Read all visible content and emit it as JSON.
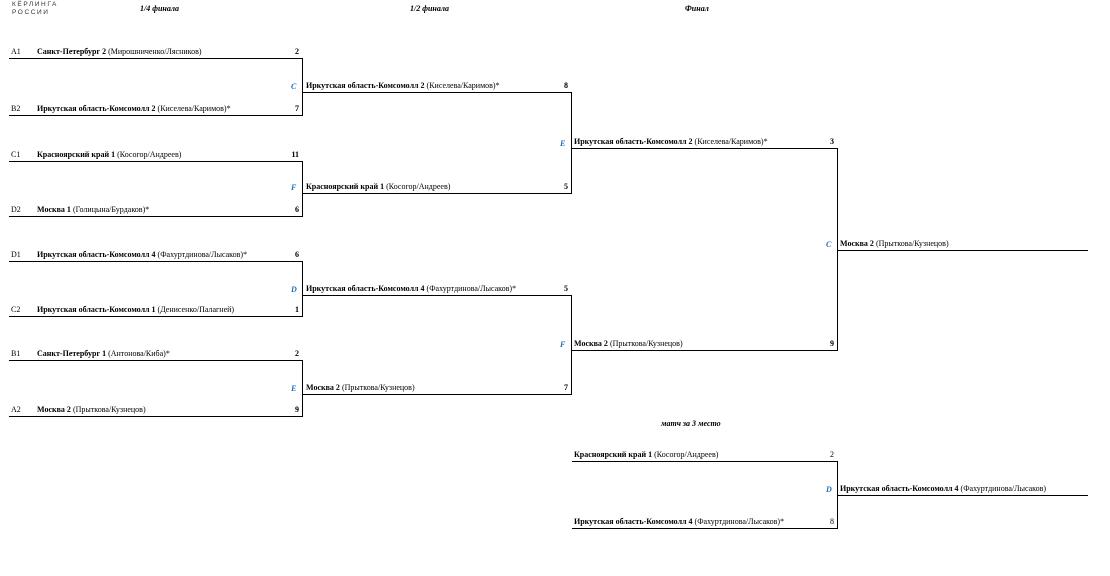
{
  "logo": {
    "line1": "КЁРЛИНГА",
    "line2": "РОССИИ"
  },
  "rounds": {
    "qf": "1/4 финала",
    "sf": "1/2 финала",
    "final": "Финал"
  },
  "third_place_title": "матч за 3 место",
  "quarterfinals": [
    {
      "seed": "A1",
      "team": "Санкт-Петербург 2",
      "players": "(Мирошниченко/Лясников)",
      "score": "2"
    },
    {
      "seed": "B2",
      "team": "Иркутская область-Комсомолл 2",
      "players": "(Киселева/Каримов)*",
      "score": "7"
    },
    {
      "seed": "C1",
      "team": "Красноярский край 1",
      "players": "(Косогор/Андреев)",
      "score": "11"
    },
    {
      "seed": "D2",
      "team": "Москва 1",
      "players": "(Голицына/Бурдаков)*",
      "score": "6"
    },
    {
      "seed": "D1",
      "team": "Иркутская область-Комсомолл 4",
      "players": "(Фахуртдинова/Лысаков)*",
      "score": "6"
    },
    {
      "seed": "C2",
      "team": "Иркутская область-Комсомолл 1",
      "players": "(Денисенко/Палагней)",
      "score": "1"
    },
    {
      "seed": "B1",
      "team": "Санкт-Петербург 1",
      "players": "(Антонова/Киба)*",
      "score": "2"
    },
    {
      "seed": "A2",
      "team": "Москва 2",
      "players": "(Прыткова/Кузнецов)",
      "score": "9"
    }
  ],
  "qf_marks": [
    "C",
    "F",
    "D",
    "E"
  ],
  "semifinals": [
    {
      "team": "Иркутская область-Комсомолл 2",
      "players": "(Киселева/Каримов)*",
      "score": "8"
    },
    {
      "team": "Красноярский край 1",
      "players": "(Косогор/Андреев)",
      "score": "5"
    },
    {
      "team": "Иркутская область-Комсомолл 4",
      "players": "(Фахуртдинова/Лысаков)*",
      "score": "5"
    },
    {
      "team": "Москва 2",
      "players": "(Прыткова/Кузнецов)",
      "score": "7"
    }
  ],
  "sf_marks": [
    "E",
    "F"
  ],
  "final": [
    {
      "team": "Иркутская область-Комсомолл 2",
      "players": "(Киселева/Каримов)*",
      "score": "3"
    },
    {
      "team": "Москва 2",
      "players": "(Прыткова/Кузнецов)",
      "score": "9"
    }
  ],
  "final_mark": "C",
  "champion": {
    "team": "Москва 2",
    "players": "(Прыткова/Кузнецов)"
  },
  "third_place": [
    {
      "team": "Красноярский край 1",
      "players": "(Косогор/Андреев)",
      "score": "2"
    },
    {
      "team": "Иркутская область-Комсомолл 4",
      "players": "(Фахуртдинова/Лысаков)*",
      "score": "8"
    }
  ],
  "third_mark": "D",
  "third_winner": {
    "team": "Иркутская область-Комсомолл 4",
    "players": "(Фахуртдинова/Лысаков)"
  },
  "colors": {
    "match_letter": "#1f6fb5",
    "line": "#000000"
  }
}
